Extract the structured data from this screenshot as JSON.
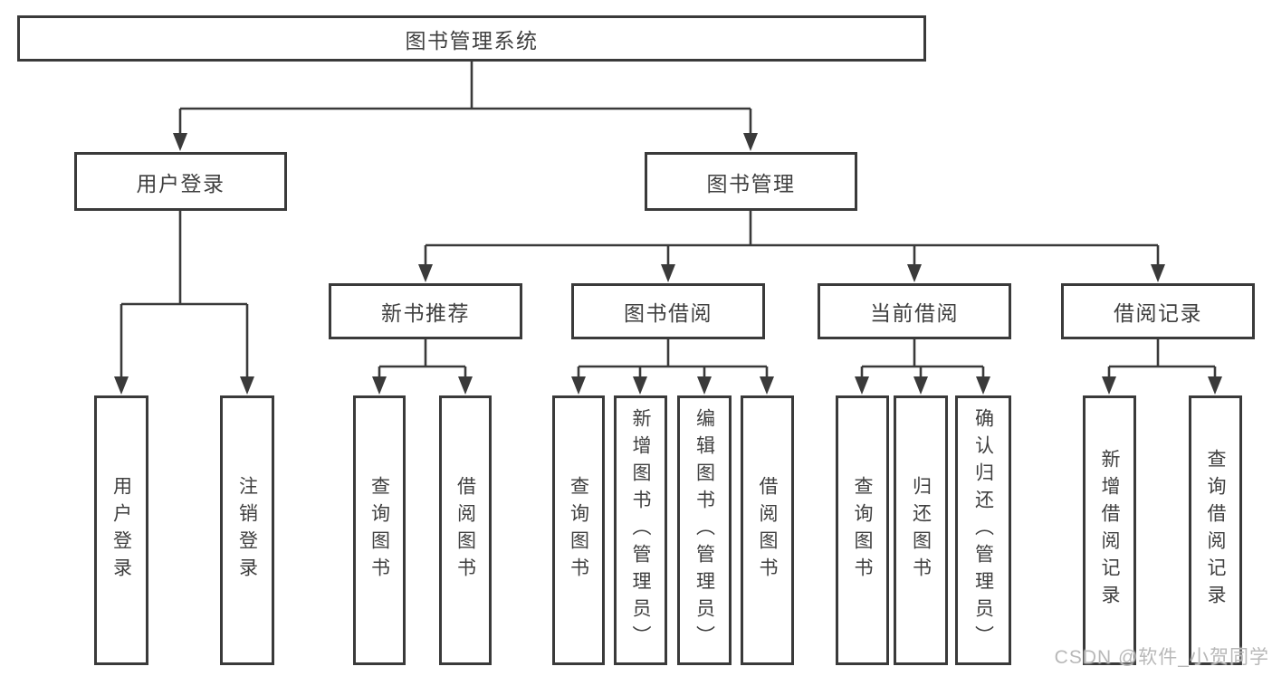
{
  "colors": {
    "line": "#3a3a3a",
    "text": "#3f3f3f",
    "watermark": "#b8b8b8",
    "background": "#ffffff"
  },
  "tree": {
    "root": "图书管理系统",
    "branches": [
      {
        "label": "用户登录",
        "children": [
          "用户登录",
          "注销登录"
        ]
      },
      {
        "label": "图书管理",
        "groups": [
          {
            "label": "新书推荐",
            "children": [
              "查询图书",
              "借阅图书"
            ]
          },
          {
            "label": "图书借阅",
            "children": [
              "查询图书",
              "新增图书（管理员）",
              "编辑图书（管理员）",
              "借阅图书"
            ]
          },
          {
            "label": "当前借阅",
            "children": [
              "查询图书",
              "归还图书",
              "确认归还（管理员）"
            ]
          },
          {
            "label": "借阅记录",
            "children": [
              "新增借阅记录",
              "查询借阅记录"
            ]
          }
        ]
      }
    ]
  },
  "watermark": {
    "text": "CSDN @软件_小贺同学"
  }
}
